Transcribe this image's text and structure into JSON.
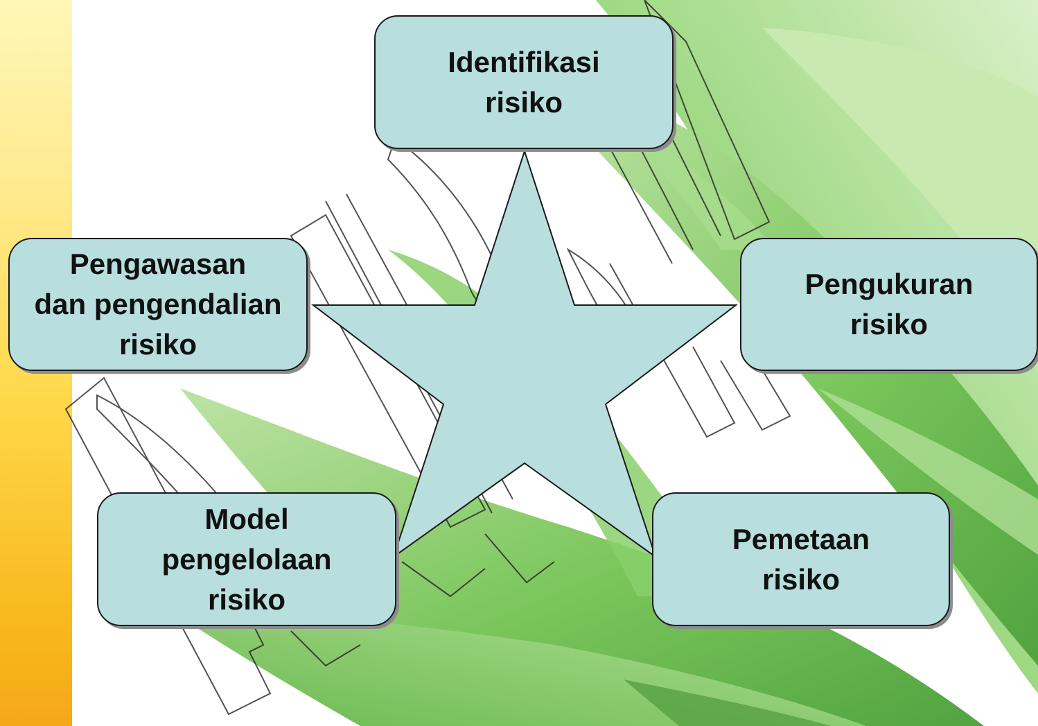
{
  "diagram": {
    "center_shape": "star",
    "box_fill": "#b8dede",
    "star_fill": "#b8dede",
    "nodes": [
      {
        "id": "identifikasi",
        "lines": [
          "Identifikasi",
          "risiko"
        ]
      },
      {
        "id": "pengukuran",
        "lines": [
          "Pengukuran",
          "risiko"
        ]
      },
      {
        "id": "pemetaan",
        "lines": [
          "Pemetaan",
          "risiko"
        ]
      },
      {
        "id": "model",
        "lines": [
          "Model",
          "pengelolaan",
          "risiko"
        ]
      },
      {
        "id": "pengawasan",
        "lines": [
          "Pengawasan",
          "dan pengendalian",
          "risiko"
        ]
      }
    ]
  }
}
